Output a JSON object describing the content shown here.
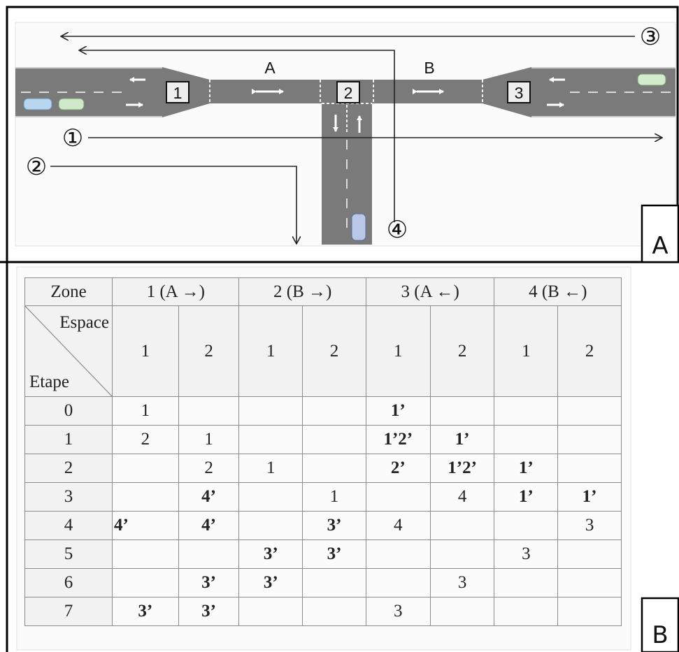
{
  "panel_a": {
    "letter": "A",
    "segment_labels": [
      "A",
      "B"
    ],
    "zone_boxes": [
      "1",
      "2",
      "3"
    ],
    "route_markers": [
      "①",
      "②",
      "③",
      "④"
    ]
  },
  "panel_b": {
    "letter": "B",
    "table": {
      "zone_header": "Zone",
      "zones": [
        "1 (A →)",
        "2 (B →)",
        "3 (A ←)",
        "4 (B ←)"
      ],
      "corner_top": "Espace",
      "corner_bottom": "Etape",
      "space_labels": [
        "1",
        "2",
        "1",
        "2",
        "1",
        "2",
        "1",
        "2"
      ],
      "rows": [
        {
          "etape": "0",
          "cells": [
            "1",
            "",
            "",
            "",
            "1’",
            "",
            "",
            ""
          ]
        },
        {
          "etape": "1",
          "cells": [
            "2",
            "1",
            "",
            "",
            "1’2’",
            "1’",
            "",
            ""
          ]
        },
        {
          "etape": "2",
          "cells": [
            "",
            "2",
            "1",
            "",
            "2’",
            "1’2’",
            "1’",
            ""
          ]
        },
        {
          "etape": "3",
          "cells": [
            "",
            "4’",
            "",
            "1",
            "",
            "4",
            "1’",
            "1’"
          ]
        },
        {
          "etape": "4",
          "cells": [
            "4’",
            "4’",
            "",
            "3’",
            "4",
            "",
            "",
            "3"
          ]
        },
        {
          "etape": "5",
          "cells": [
            "",
            "",
            "3’",
            "3’",
            "",
            "",
            "3",
            ""
          ]
        },
        {
          "etape": "6",
          "cells": [
            "",
            "3’",
            "3’",
            "",
            "",
            "3",
            "",
            ""
          ]
        },
        {
          "etape": "7",
          "cells": [
            "3’",
            "3’",
            "",
            "",
            "3",
            "",
            "",
            ""
          ]
        }
      ]
    }
  },
  "colors": {
    "road": "#7a7a7a",
    "road_edge": "#e0e0e0",
    "border": "#000000",
    "grid": "#8c8c8c",
    "header_fill": "#f2f2f2"
  }
}
